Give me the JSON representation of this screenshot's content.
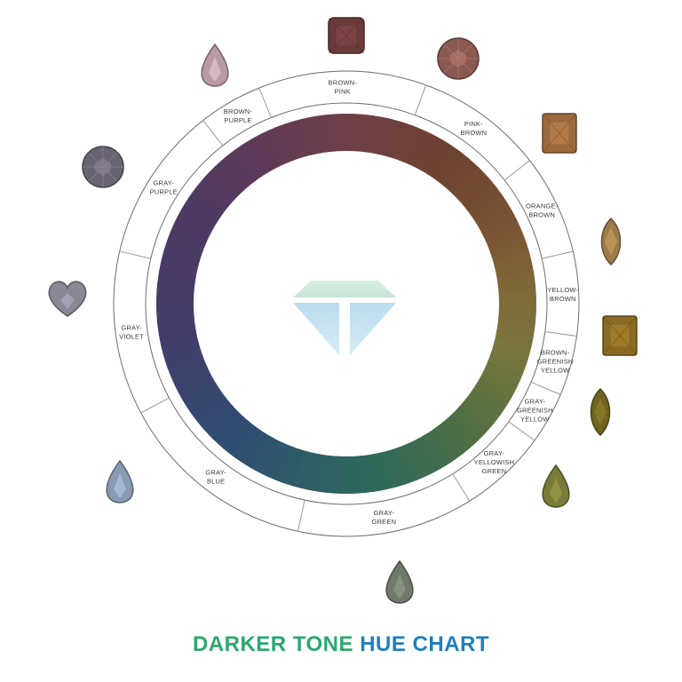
{
  "colors": {
    "title_part1": "#2aa86e",
    "title_part2": "#1f7fbf",
    "ring_border": "#6e6e6e",
    "logo_top": "#cfe9dc",
    "logo_bottom": "#c4e0f0"
  },
  "segments": [
    {
      "lines": [
        "BROWN-",
        "PINK"
      ],
      "color": "#6e3f48",
      "gem": "cushion",
      "gem_color": "#6b3a3a"
    },
    {
      "lines": [
        "PINK-",
        "BROWN"
      ],
      "color": "#6e4230",
      "gem": "round",
      "gem_color": "#8a5a52"
    },
    {
      "lines": [
        "ORANGE-",
        "BROWN"
      ],
      "color": "#7a5434",
      "gem": "radiant",
      "gem_color": "#9a6a3f"
    },
    {
      "lines": [
        "YELLOW-",
        "BROWN"
      ],
      "color": "#7f6a3a",
      "gem": "marquise",
      "gem_color": "#9c7a4a"
    },
    {
      "lines": [
        "BROWN-",
        "GREENISH",
        "YELLOW"
      ],
      "color": "#7a7640",
      "gem": "radiant",
      "gem_color": "#8a6a22"
    },
    {
      "lines": [
        "GRAY-",
        "GREENISH",
        "YELLOW"
      ],
      "color": "#66733f",
      "gem": "marquise",
      "gem_color": "#6f6420"
    },
    {
      "lines": [
        "GRAY-",
        "YELLOWISH",
        "GREEN"
      ],
      "color": "#4d6e44",
      "gem": "pear",
      "gem_color": "#7a7a3a"
    },
    {
      "lines": [
        "GRAY-",
        "GREEN"
      ],
      "color": "#2f6a5a",
      "gem": "pear",
      "gem_color": "#6f7a6a"
    },
    {
      "lines": [
        "GRAY-",
        "BLUE"
      ],
      "color": "#2e4f72",
      "gem": "pear",
      "gem_color": "#8a9ab2"
    },
    {
      "lines": [
        "GRAY-",
        "VIOLET"
      ],
      "color": "#453c6a",
      "gem": "heart",
      "gem_color": "#8a8796"
    },
    {
      "lines": [
        "GRAY-",
        "PURPLE"
      ],
      "color": "#4e3a62",
      "gem": "round",
      "gem_color": "#6a6472"
    },
    {
      "lines": [
        "BROWN-",
        "PURPLE"
      ],
      "color": "#5e3a58",
      "gem": "pear",
      "gem_color": "#b79aa5"
    }
  ],
  "title": {
    "part1": "DARKER TONE",
    "part2": "HUE CHART"
  }
}
